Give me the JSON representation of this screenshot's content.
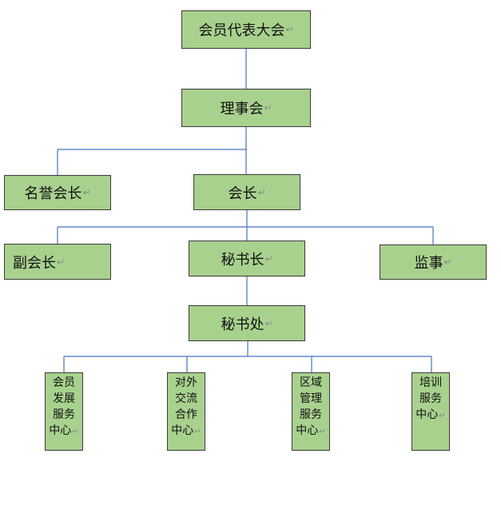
{
  "colors": {
    "box_fill": "#a9d18e",
    "connector": "#4472c4",
    "border": "#3a3a3a",
    "paragraph_mark": "#8a8a8a"
  },
  "paragraph_mark": "↵",
  "nodes": {
    "assembly": "会员代表大会",
    "council": "理事会",
    "honorary_president": "名誉会长",
    "president": "会长",
    "vice_president": "副会长",
    "secretary_general": "秘书长",
    "supervisor": "监事",
    "secretariat": "秘书处",
    "centers": [
      {
        "lines": [
          "会员",
          "发展",
          "服务",
          "中心"
        ]
      },
      {
        "lines": [
          "对外",
          "交流",
          "合作",
          "中心"
        ]
      },
      {
        "lines": [
          "区域",
          "管理",
          "服务",
          "中心"
        ]
      },
      {
        "lines": [
          "培训",
          "服务",
          "中心"
        ]
      }
    ]
  }
}
